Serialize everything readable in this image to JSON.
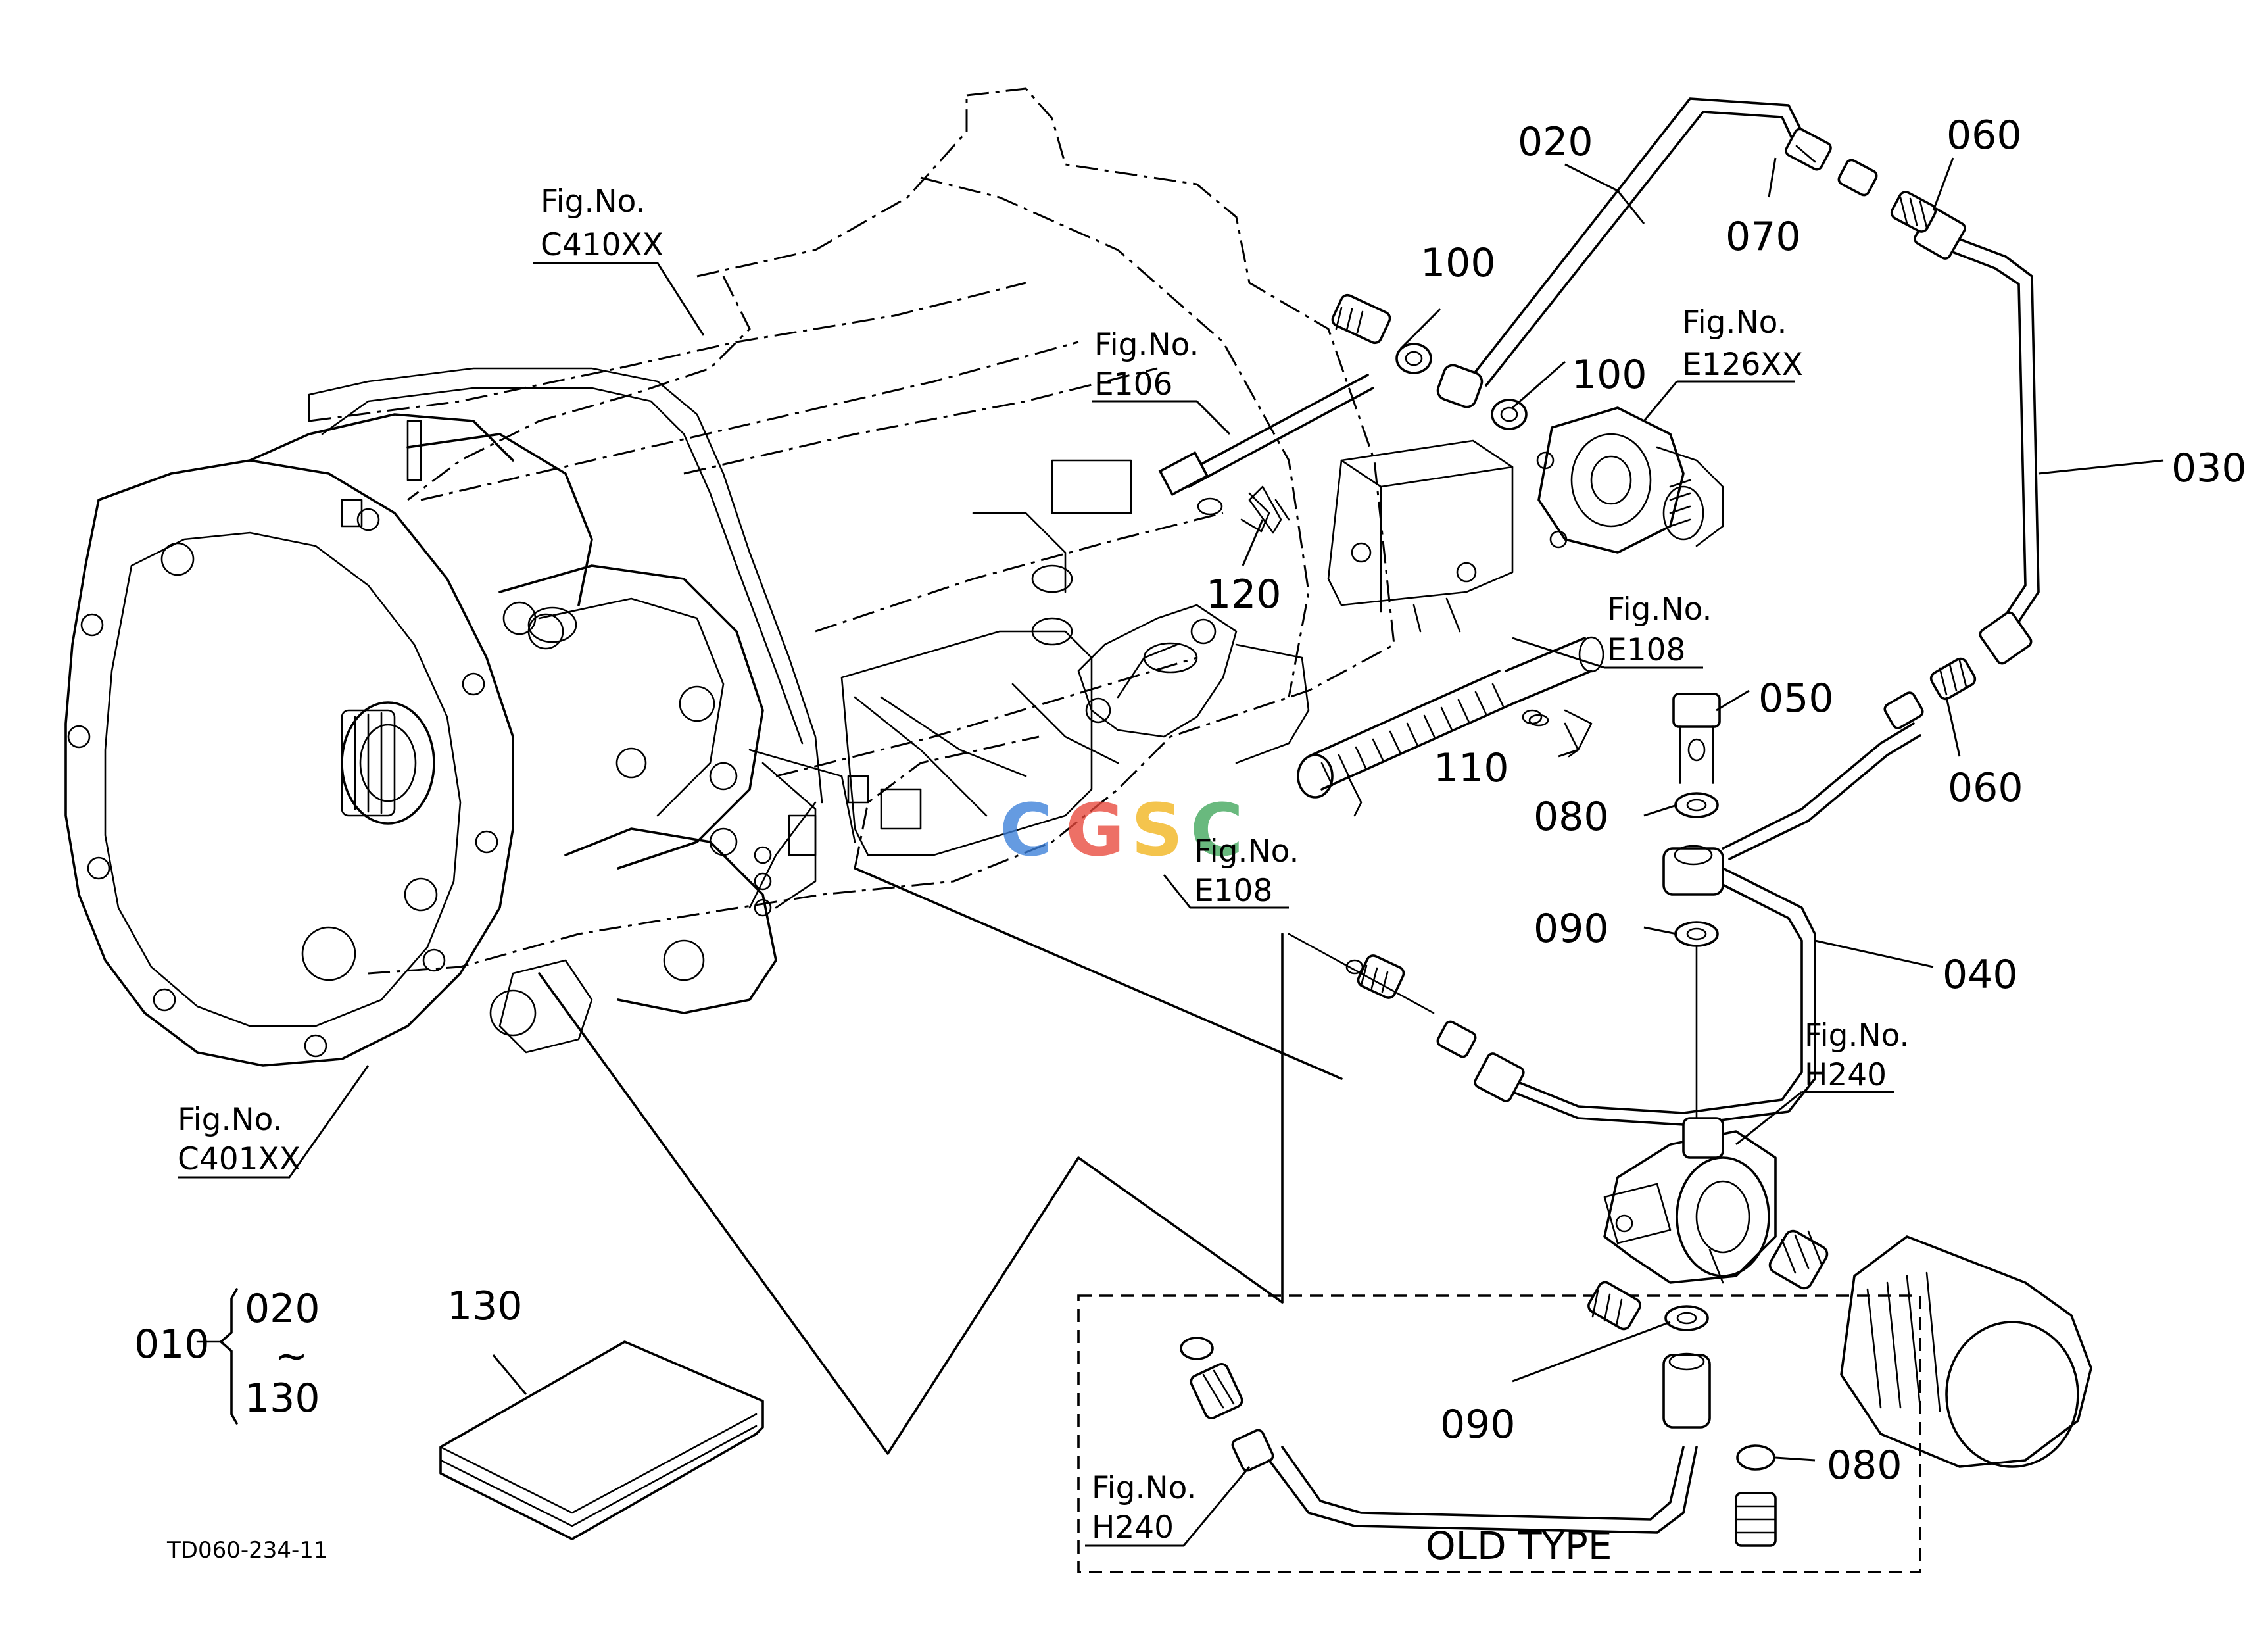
{
  "diagram": {
    "drawing_code": "TD060-234-11",
    "old_type_label": "OLD TYPE",
    "watermark": "CGSC",
    "watermark_colors": [
      "#3b7fd9",
      "#e8483c",
      "#f2b41c",
      "#3fa65a"
    ],
    "set_group": {
      "parent": "010",
      "from": "020",
      "range_mark": "~",
      "to": "130"
    },
    "callouts": [
      {
        "id": "020",
        "label": "020"
      },
      {
        "id": "060-top",
        "label": "060"
      },
      {
        "id": "070",
        "label": "070"
      },
      {
        "id": "100-top",
        "label": "100"
      },
      {
        "id": "100-bottom",
        "label": "100"
      },
      {
        "id": "030",
        "label": "030"
      },
      {
        "id": "120",
        "label": "120"
      },
      {
        "id": "050",
        "label": "050"
      },
      {
        "id": "110",
        "label": "110"
      },
      {
        "id": "060-bottom",
        "label": "060"
      },
      {
        "id": "080-top",
        "label": "080"
      },
      {
        "id": "090-top",
        "label": "090"
      },
      {
        "id": "040",
        "label": "040"
      },
      {
        "id": "090-bottom",
        "label": "090"
      },
      {
        "id": "080-bottom",
        "label": "080"
      },
      {
        "id": "130",
        "label": "130"
      }
    ],
    "figure_refs": [
      {
        "id": "c410xx",
        "prefix": "Fig.No.",
        "code": "C410XX"
      },
      {
        "id": "e106",
        "prefix": "Fig.No.",
        "code": "E106"
      },
      {
        "id": "e126xx",
        "prefix": "Fig.No.",
        "code": "E126XX"
      },
      {
        "id": "e108-top",
        "prefix": "Fig.No.",
        "code": "E108"
      },
      {
        "id": "e108-mid",
        "prefix": "Fig.No.",
        "code": "E108"
      },
      {
        "id": "h240-right",
        "prefix": "Fig.No.",
        "code": "H240"
      },
      {
        "id": "c401xx",
        "prefix": "Fig.No.",
        "code": "C401XX"
      },
      {
        "id": "h240-bottom",
        "prefix": "Fig.No.",
        "code": "H240"
      }
    ]
  }
}
